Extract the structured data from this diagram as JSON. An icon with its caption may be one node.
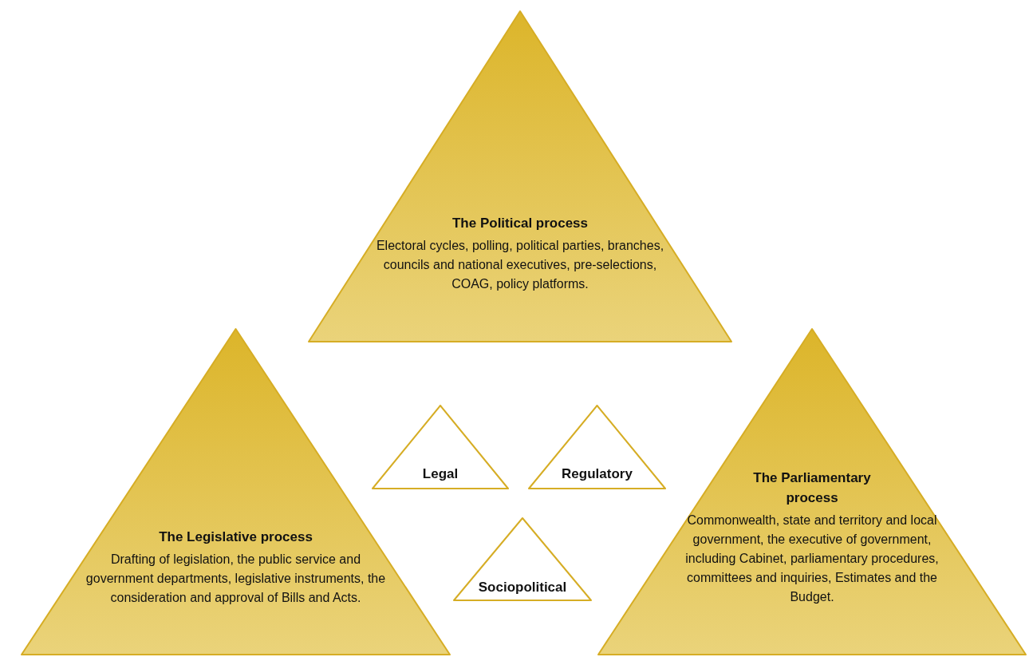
{
  "diagram": {
    "nodes": [
      {
        "text": [
          "The Political process",
          "Electoral cycles, polling, political parties, branches, councils and national executives, pre-selections, COAG, policy platforms."
        ]
      },
      {
        "text": [
          "The Legislative process",
          "Drafting of legislation, the public service and government departments, legislative instruments, the consideration and approval of Bills and Acts."
        ]
      },
      {
        "text": [
          "Legal"
        ]
      },
      {
        "text": [
          "Regulatory"
        ]
      },
      {
        "text": [
          "Sociopolitical"
        ]
      },
      {
        "text": [
          "The Parliamentary process",
          "Commonwealth, state and territory and local government, the executive of government, including Cabinet, parliamentary procedures, committees and inquiries, Estimates and the Budget."
        ]
      }
    ]
  }
}
